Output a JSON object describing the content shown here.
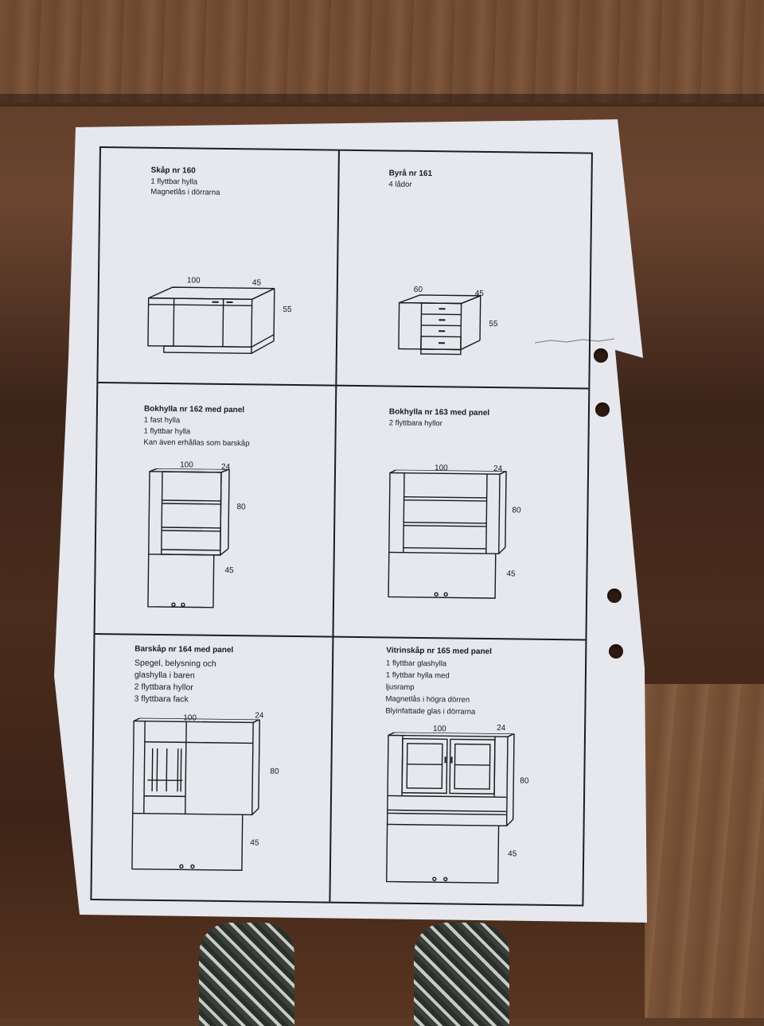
{
  "cells": [
    {
      "title": "Skåp nr 160",
      "lines": [
        "1 flyttbar hylla",
        "Magnetlås i dörrarna"
      ],
      "dims": {
        "width": "100",
        "depth": "45",
        "height": "55"
      }
    },
    {
      "title": "Byrå nr 161",
      "lines": [
        "4 lådor"
      ],
      "dims": {
        "width": "60",
        "depth": "45",
        "height": "55"
      }
    },
    {
      "title": "Bokhylla nr 162 med panel",
      "lines": [
        "1 fast hylla",
        "1 flyttbar hylla",
        "Kan även erhållas som barskåp"
      ],
      "dims": {
        "width": "100",
        "depth": "24",
        "height": "80",
        "panel": "45"
      }
    },
    {
      "title": "Bokhylla nr 163 med panel",
      "lines": [
        "2 flyttbara hyllor"
      ],
      "dims": {
        "width": "100",
        "depth": "24",
        "height": "80",
        "panel": "45"
      }
    },
    {
      "title": "Barskåp nr 164 med panel",
      "lines": [
        "Spegel, belysning och",
        "glashylla i baren",
        "2 flyttbara hyllor",
        "3 flyttbara fack"
      ],
      "dims": {
        "width": "100",
        "depth": "24",
        "height": "80",
        "panel": "45"
      }
    },
    {
      "title": "Vitrinskåp nr 165 med panel",
      "lines": [
        "1 flyttbar glashylla",
        "1 flyttbar hylla med",
        "ljusramp",
        "Magnetlås i högra dörren",
        "Blyinfattade glas i dörrarna"
      ],
      "dims": {
        "width": "100",
        "depth": "24",
        "height": "80",
        "panel": "45"
      }
    }
  ]
}
